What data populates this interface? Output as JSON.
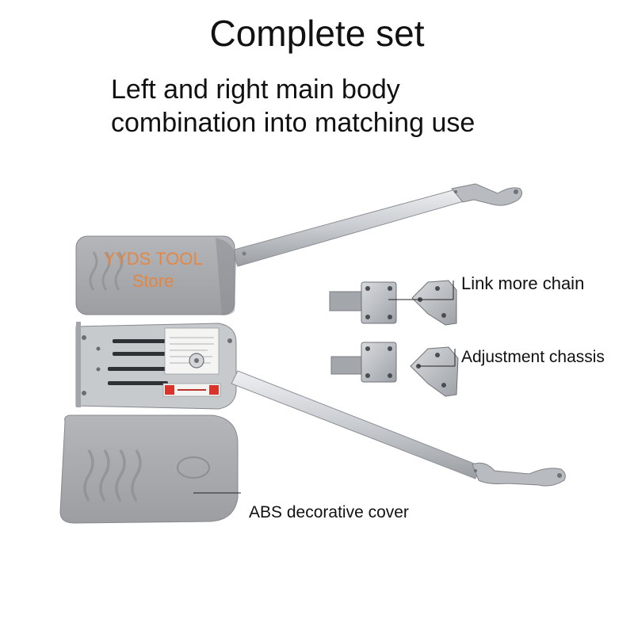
{
  "heading": {
    "title": "Complete set",
    "subtitle_line1": "Left and right main body",
    "subtitle_line2": "combination into matching use"
  },
  "watermark": {
    "line1": "YYDS TOOL",
    "line2": "Store",
    "color": "#e8843c"
  },
  "callouts": {
    "link_chain": "Link more chain",
    "adjustment_chassis": "Adjustment chassis",
    "abs_cover": "ABS decorative cover"
  },
  "colors": {
    "housing_grey": "#a9abaf",
    "arm_silver": "#d4d6d9",
    "bracket_metal": "#b9bcc1",
    "label_red": "#d9332b"
  }
}
